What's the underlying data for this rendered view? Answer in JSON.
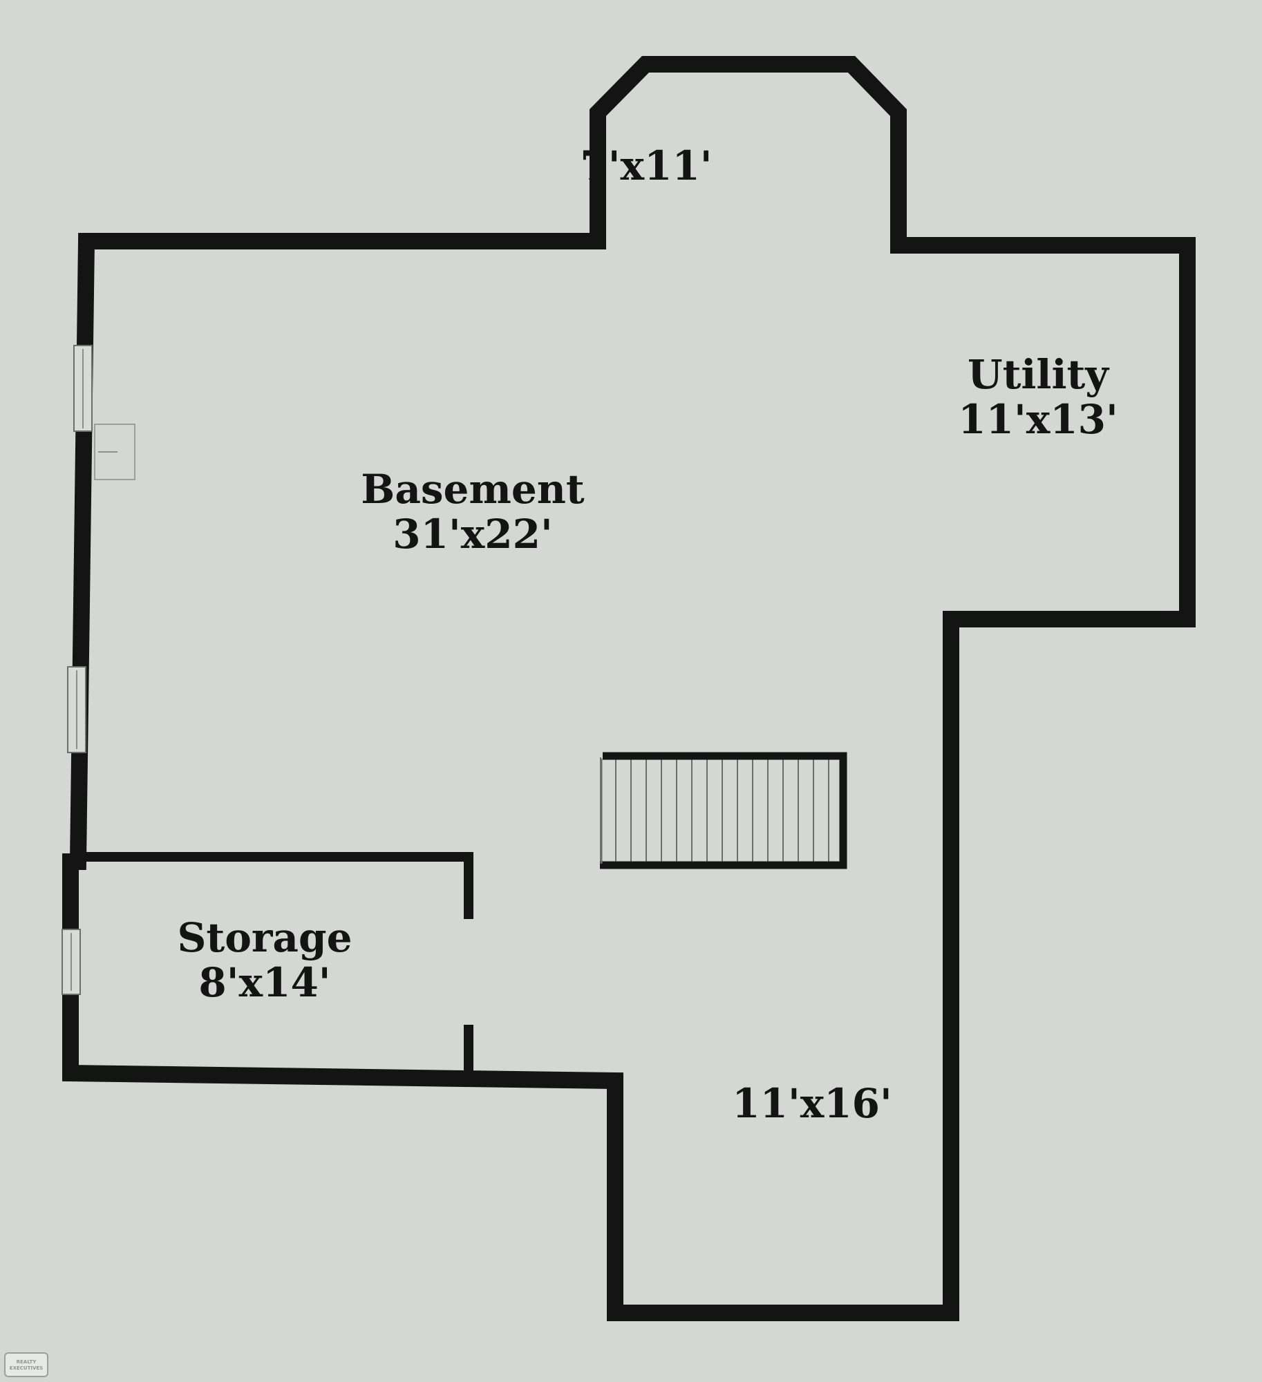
{
  "floor_plan": {
    "rooms": [
      {
        "id": "top",
        "name": "",
        "dimensions": "7'x11'"
      },
      {
        "id": "utility",
        "name": "Utility",
        "dimensions": "11'x13'"
      },
      {
        "id": "basement",
        "name": "Basement",
        "dimensions": "31'x22'"
      },
      {
        "id": "storage",
        "name": "Storage",
        "dimensions": "8'x14'"
      },
      {
        "id": "lower",
        "name": "",
        "dimensions": "11'x16'"
      }
    ],
    "colors": {
      "background": "#d4d8d3",
      "wall": "#141414",
      "label": "#141414"
    }
  },
  "watermark": {
    "text": "REALTY EXECUTIVES"
  }
}
